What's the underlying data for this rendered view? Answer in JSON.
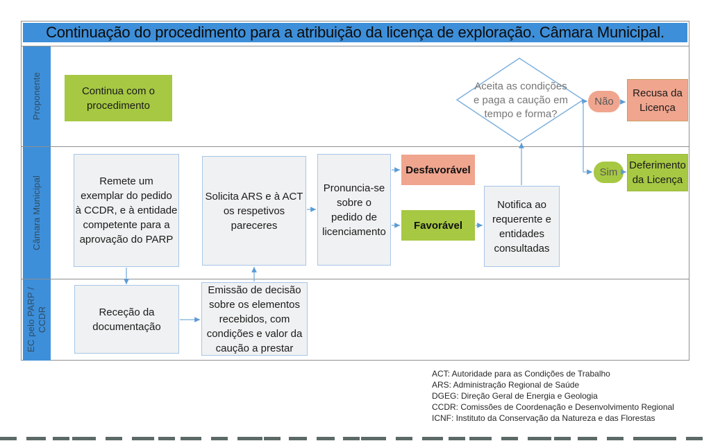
{
  "title": "Continuação do procedimento para a atribuição da licença de exploração. Câmara Municipal.",
  "lanes": [
    {
      "label": "Proponente"
    },
    {
      "label": "Câmara Municipal"
    },
    {
      "label": "EC pelo PARP / CCDR"
    }
  ],
  "nodes": {
    "continua": {
      "lines": [
        "Continua com o",
        "procedimento"
      ]
    },
    "decision": {
      "lines": [
        "Aceita as condições",
        "e paga a caução em",
        "tempo e forma?"
      ]
    },
    "nao": {
      "label": "Não"
    },
    "recusa": {
      "lines": [
        "Recusa da",
        "Licença"
      ]
    },
    "sim": {
      "label": "Sim"
    },
    "deferimento": {
      "lines": [
        "Deferimento",
        "da Licença"
      ]
    },
    "remete": {
      "lines": [
        "Remete um",
        "exemplar do pedido",
        "à CCDR, e à entidade",
        "competente para a",
        "aprovação do PARP"
      ]
    },
    "solicita": {
      "lines": [
        "Solicita ARS e à ACT",
        "os respetivos",
        "pareceres"
      ]
    },
    "pronuncia": {
      "lines": [
        "Pronuncia-se",
        "sobre o",
        "pedido de",
        "licenciamento"
      ]
    },
    "desfavoravel": {
      "label": "Desfavorável"
    },
    "favoravel": {
      "label": "Favorável"
    },
    "notifica": {
      "lines": [
        "Notifica ao",
        "requerente e",
        "entidades",
        "consultadas"
      ]
    },
    "rececao": {
      "lines": [
        "Receção da",
        "documentação"
      ]
    },
    "emissao": {
      "lines": [
        "Emissão de decisão",
        "sobre os elementos",
        "recebidos, com",
        "condições e valor da",
        "caução a prestar"
      ]
    }
  },
  "legend": [
    "ACT: Autoridade para as Condições de Trabalho",
    "ARS: Administração Regional de Saúde",
    "DGEG: Direção Geral de Energia e Geologia",
    "CCDR: Comissões de Coordenação e Desenvolvimento Regional",
    "ICNF: Instituto da Conservação da Natureza e das Florestas"
  ],
  "colors": {
    "titlebar": "#3E8FD9",
    "lanetext": "#2F4B63",
    "green": "#A6C843",
    "greenborder": "#9DB83C",
    "salmon": "#F0A58E",
    "salmonborder": "#C9A063",
    "boxfill": "#F0F1F2",
    "boxborder": "#A7C5E8",
    "connector": "#7AAEDC",
    "laneline": "#8F8F8F"
  }
}
